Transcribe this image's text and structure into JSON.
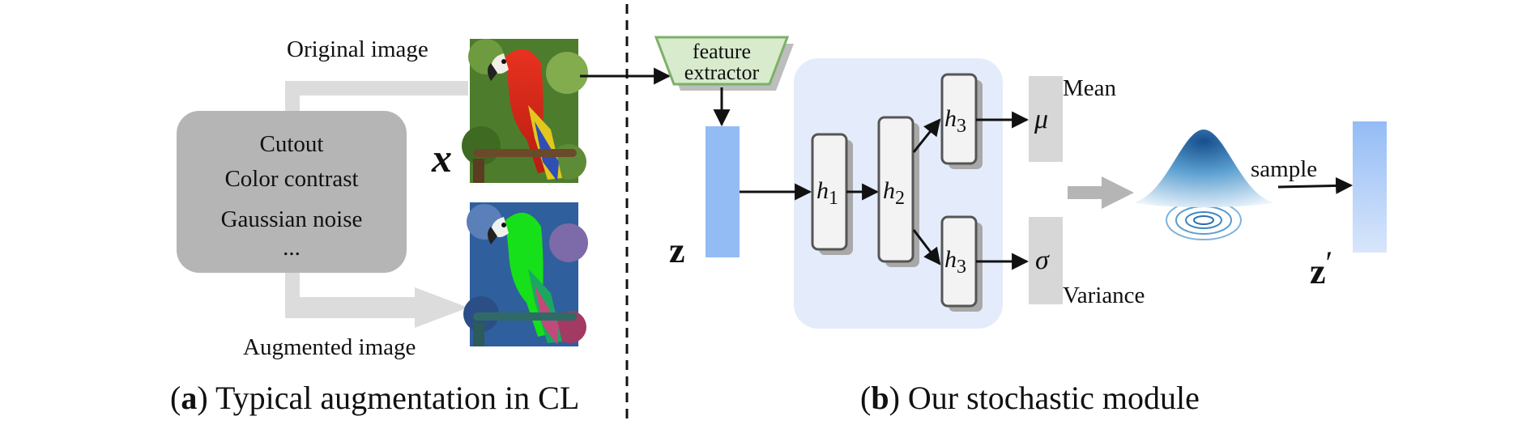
{
  "panel_a": {
    "original_label": "Original image",
    "augmented_label": "Augmented image",
    "x_symbol": "x",
    "augmentations": [
      "Cutout",
      "Color contrast",
      "Gaussian noise",
      "..."
    ],
    "caption_letter": "a",
    "caption_text": "Typical augmentation in CL"
  },
  "panel_b": {
    "feature_extractor": [
      "feature",
      "extractor"
    ],
    "z_symbol": "z",
    "z_prime_base": "z",
    "z_prime_mark": "′",
    "h1": "h",
    "h1_sub": "1",
    "h2": "h",
    "h2_sub": "2",
    "h3_top": "h",
    "h3_top_sub": "3",
    "h3_bottom": "h",
    "h3_bottom_sub": "3",
    "mu_symbol": "μ",
    "sigma_symbol": "σ",
    "mean_label": "Mean",
    "variance_label": "Variance",
    "sample_label": "sample",
    "caption_letter": "b",
    "caption_text": "Our stochastic module"
  },
  "colors": {
    "aug_box": "#b5b5b5",
    "gray_arrow": "#dcdcdc",
    "z_bar": "#93bcf5",
    "module_bg": "#e4ecfb",
    "stat_box": "#d7d7d7",
    "fe_fill": "#d8ebcd",
    "fe_stroke": "#7db069",
    "gauss_peak": "#174f8e"
  }
}
